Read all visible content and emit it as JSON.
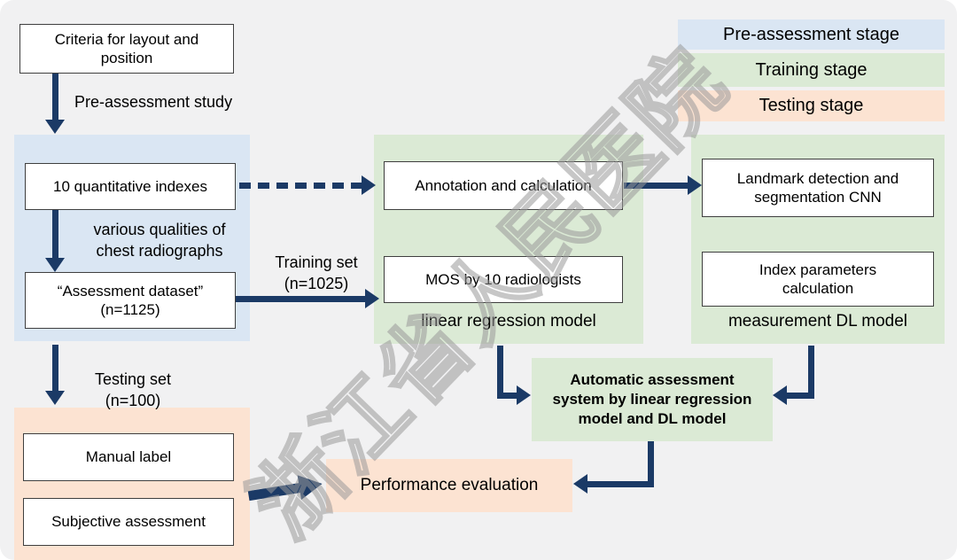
{
  "legend": {
    "items": [
      {
        "label": "Pre-assessment stage",
        "color": "#dae6f3"
      },
      {
        "label": "Training stage",
        "color": "#dbead5"
      },
      {
        "label": "Testing stage",
        "color": "#fce3d2"
      }
    ]
  },
  "nodes": {
    "criteria": "Criteria for layout and\nposition",
    "indexes": "10 quantitative indexes",
    "dataset": "“Assessment dataset”\n(n=1125)",
    "annotation": "Annotation and calculation",
    "mos": "MOS by 10 radiologists",
    "landmark": "Landmark detection and\nsegmentation CNN",
    "index_params": "Index parameters\ncalculation",
    "auto_system": "Automatic assessment\nsystem by linear regression\nmodel and DL model",
    "performance": "Performance evaluation",
    "manual_label": "Manual label",
    "subjective": "Subjective assessment"
  },
  "edge_labels": {
    "pre_assessment_study": "Pre-assessment study",
    "various_qualities": "various qualities of\nchest radiographs",
    "training_set": "Training set\n(n=1025)",
    "testing_set": "Testing set\n(n=100)"
  },
  "captions": {
    "linear_regression": "linear regression model",
    "measurement_dl": "measurement DL model"
  },
  "watermark": "浙江省人民医院",
  "colors": {
    "arrow_navy": "#1b3a66",
    "stage_blue": "#dae6f3",
    "stage_green": "#dbead5",
    "stage_orange": "#fce3d2",
    "box_border": "#3f3f3f"
  }
}
